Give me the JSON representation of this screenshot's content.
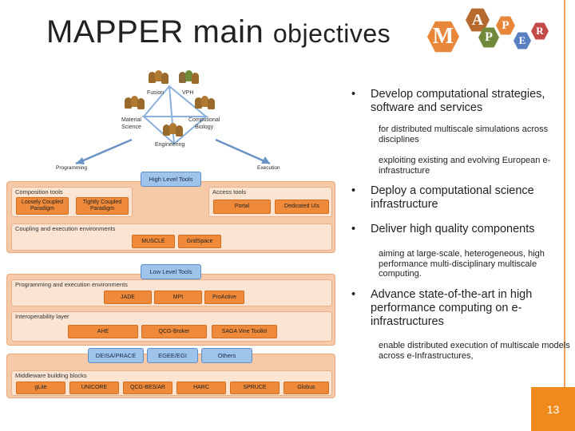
{
  "title": {
    "part1": "MAPPER main ",
    "part2": "objectives"
  },
  "logo": {
    "letters": [
      "M",
      "A",
      "P",
      "P",
      "E",
      "R"
    ]
  },
  "diagram": {
    "communities": [
      "Fusion",
      "VPH",
      "Material\nScience",
      "Computional\nBiology",
      "Engineering"
    ],
    "programming_label": "Programming",
    "execution_label": "Execution",
    "high_level_tools": "High Level Tools",
    "composition_tools": "Composition tools",
    "loosely_coupled": "Loosely Coupled Paradigm",
    "tightly_coupled": "Tightly Coupled Paradigm",
    "access_tools": "Access tools",
    "portal": "Portal",
    "dedicated_uis": "Dedicated UIs",
    "coupling_env": "Coupling and execution environments",
    "muscle": "MUSCLE",
    "gridspace": "GridSpace",
    "low_level_tools": "Low Level Tools",
    "prog_exec_env": "Programming and execution environments",
    "jade": "JADE",
    "mpi": "MPI",
    "proactive": "ProActive",
    "interop_layer": "Interoperability layer",
    "ahe": "AHE",
    "qcg_broker": "QCG-Broker",
    "saga": "SAGA Vine Toolkit",
    "deisa": "DEISA/PRACE",
    "egee": "EGEE/EGI",
    "others": "Others",
    "middleware": "Middleware building blocks",
    "mw_items": [
      "gLite",
      "UNICORE",
      "QCG-BES/AR",
      "HARC",
      "SPRUCE",
      "Globus"
    ]
  },
  "objectives": {
    "b1": "Develop computational strategies, software and services",
    "b1_sub1": "for distributed multiscale simulations across disciplines",
    "b1_sub2": "exploiting existing and evolving European e-infrastructure",
    "b2": "Deploy a computational science infrastructure",
    "b3": "Deliver high quality components",
    "b3_sub": "aiming at large-scale, heterogeneous, high performance multi-disciplinary multiscale computing.",
    "b4": "Advance state-of-the-art in high performance computing on e-infrastructures",
    "b4_sub": "enable distributed execution of multiscale models across e-Infrastructures,"
  },
  "page_number": "13",
  "colors": {
    "accent": "#f08a1c",
    "layer": "#f6c9a8",
    "button_orange": "#ef8a3a",
    "button_blue": "#9fc4ec"
  }
}
